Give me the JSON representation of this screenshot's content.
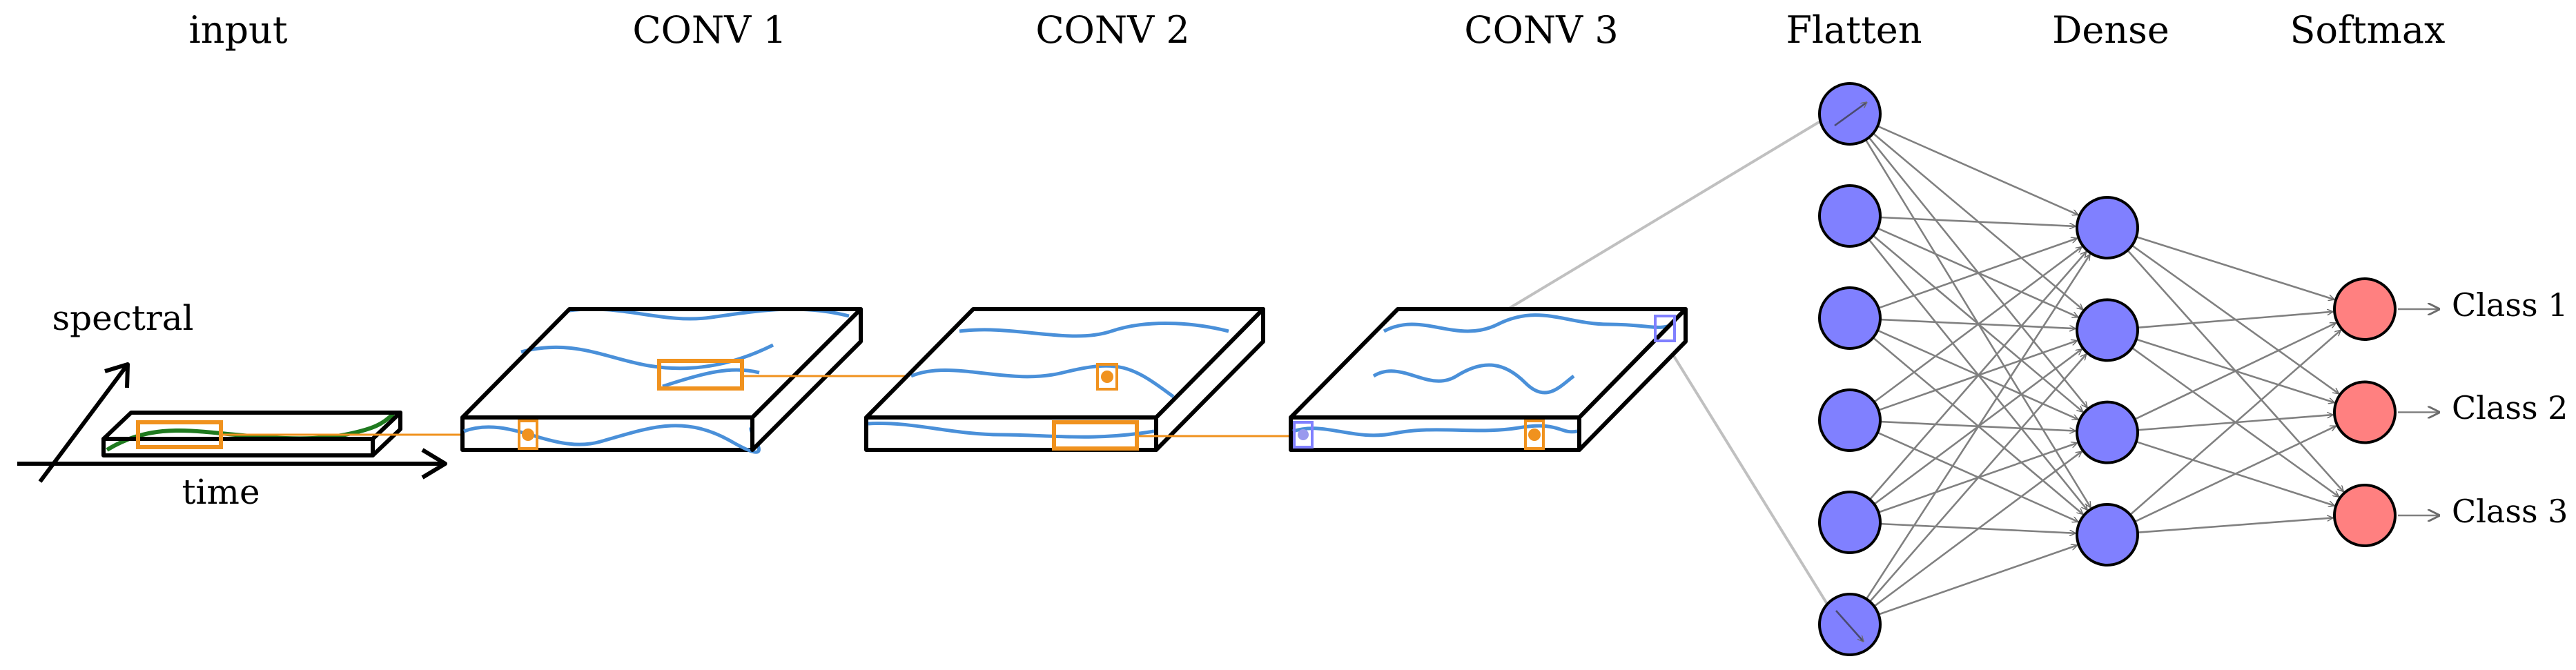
{
  "stages": {
    "input": "input",
    "conv1": "CONV 1",
    "conv2": "CONV 2",
    "conv3": "CONV 3",
    "flatten": "Flatten",
    "dense": "Dense",
    "softmax": "Softmax"
  },
  "axes": {
    "spectral": "spectral",
    "time": "time"
  },
  "classes": [
    "Class 1",
    "Class 2",
    "Class 3"
  ],
  "network": {
    "flatten_nodes": 6,
    "dense_nodes": 4,
    "softmax_nodes": 3
  },
  "colors": {
    "node_blue": "#8080ff",
    "node_red": "#ff8080",
    "signal_blue": "#4a90d9",
    "signal_green": "#1f7a1f",
    "kernel_orange": "#f0921e",
    "connection_gray": "#808080",
    "stroke": "#000000"
  }
}
